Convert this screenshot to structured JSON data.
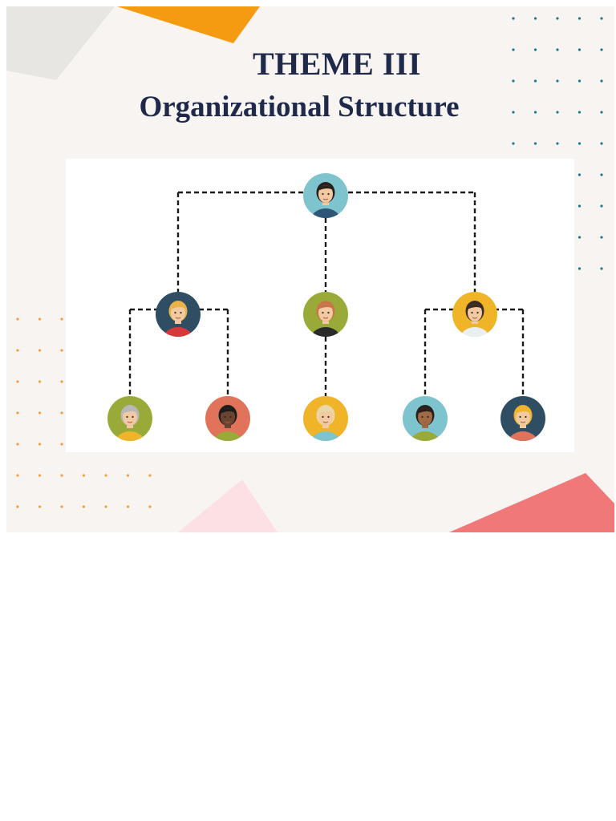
{
  "slide": {
    "title_line1": "THEME III",
    "title_line2": "Organizational Structure"
  },
  "org_chart": {
    "nodes": [
      {
        "id": "root",
        "level": 1,
        "parent": null,
        "bg": "#7ec4cf",
        "skin": "#f2c9a0",
        "hair": "#2a1f1a",
        "shirt": "#2f5577",
        "icon": "manager-avatar-icon"
      },
      {
        "id": "l2a",
        "level": 2,
        "parent": "root",
        "bg": "#2f4e63",
        "skin": "#f2c9a0",
        "hair": "#e9b348",
        "shirt": "#d8383a",
        "icon": "employee-avatar-icon"
      },
      {
        "id": "l2b",
        "level": 2,
        "parent": "root",
        "bg": "#9aaa38",
        "skin": "#f2c9a0",
        "hair": "#c9754a",
        "shirt": "#2a2a2a",
        "icon": "employee-avatar-icon"
      },
      {
        "id": "l2c",
        "level": 2,
        "parent": "root",
        "bg": "#f0b429",
        "skin": "#f2c9a0",
        "hair": "#3a2a22",
        "shirt": "#e8f0f4",
        "icon": "employee-avatar-icon"
      },
      {
        "id": "l3a",
        "level": 3,
        "parent": "l2a",
        "bg": "#9aaa38",
        "skin": "#f2c9a0",
        "hair": "#b8b8b8",
        "shirt": "#f0b429",
        "icon": "employee-avatar-icon"
      },
      {
        "id": "l3b",
        "level": 3,
        "parent": "l2a",
        "bg": "#e0735a",
        "skin": "#6b4530",
        "hair": "#1c1c1c",
        "shirt": "#9aaa38",
        "icon": "employee-avatar-icon"
      },
      {
        "id": "l3c",
        "level": 3,
        "parent": "l2b",
        "bg": "#f0b429",
        "skin": "#f2c9a0",
        "hair": "#e8d8a8",
        "shirt": "#7ec4cf",
        "icon": "employee-avatar-icon"
      },
      {
        "id": "l3d",
        "level": 3,
        "parent": "l2c",
        "bg": "#7ec4cf",
        "skin": "#a06a45",
        "hair": "#2a1f1a",
        "shirt": "#9aaa38",
        "icon": "employee-avatar-icon"
      },
      {
        "id": "l3e",
        "level": 3,
        "parent": "l2c",
        "bg": "#2f4e63",
        "skin": "#f2c9a0",
        "hair": "#f0b429",
        "shirt": "#e0735a",
        "icon": "employee-avatar-icon"
      }
    ],
    "connector_style": "dashed",
    "connector_color": "#1a1a1a"
  },
  "colors": {
    "title": "#1f2a4a",
    "slide_bg": "#f7f4f1",
    "accent_orange": "#f59b12",
    "accent_coral": "#f07878",
    "accent_pink": "#fde0e3",
    "accent_gray": "#e8e6e3",
    "dots_teal": "#1a7a8f",
    "dots_orange": "#f0a040"
  }
}
